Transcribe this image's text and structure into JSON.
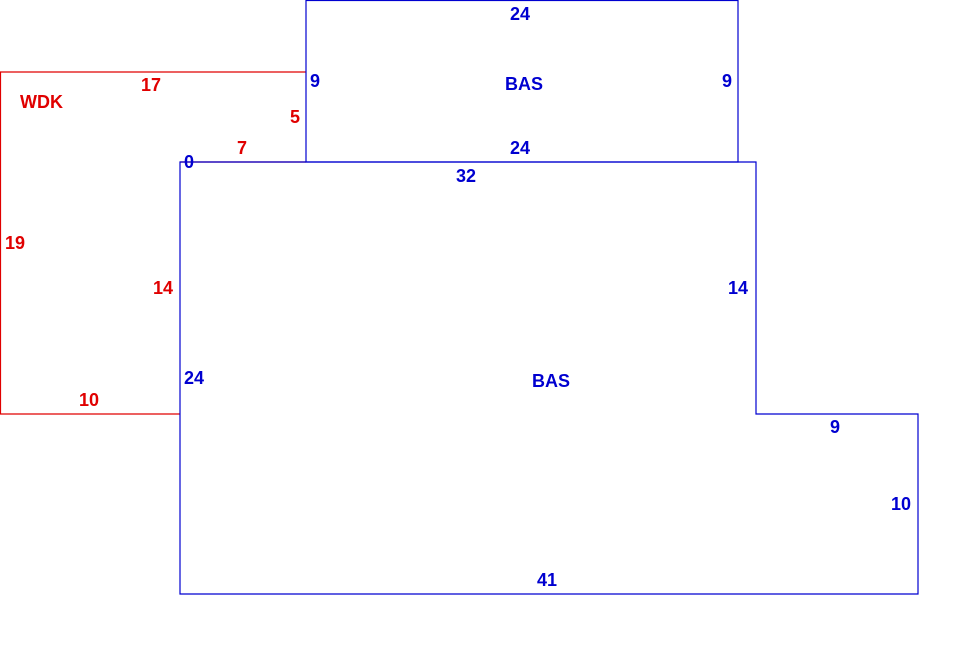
{
  "colors": {
    "bas": "#0000d0",
    "wdk": "#e00000"
  },
  "areas": [
    {
      "name": "WDK",
      "labels": {
        "top": "17",
        "top_right": "5",
        "step": "7",
        "left": "19",
        "right": "14",
        "bottom": "10"
      }
    },
    {
      "name": "BAS",
      "labels": {
        "top": "24",
        "left": "9",
        "right": "9",
        "bottom": "24"
      }
    },
    {
      "name": "BAS",
      "labels": {
        "top": "32",
        "left_top": "0",
        "left": "24",
        "right": "14",
        "step": "9",
        "right_lower": "10",
        "bottom": "41"
      }
    }
  ]
}
